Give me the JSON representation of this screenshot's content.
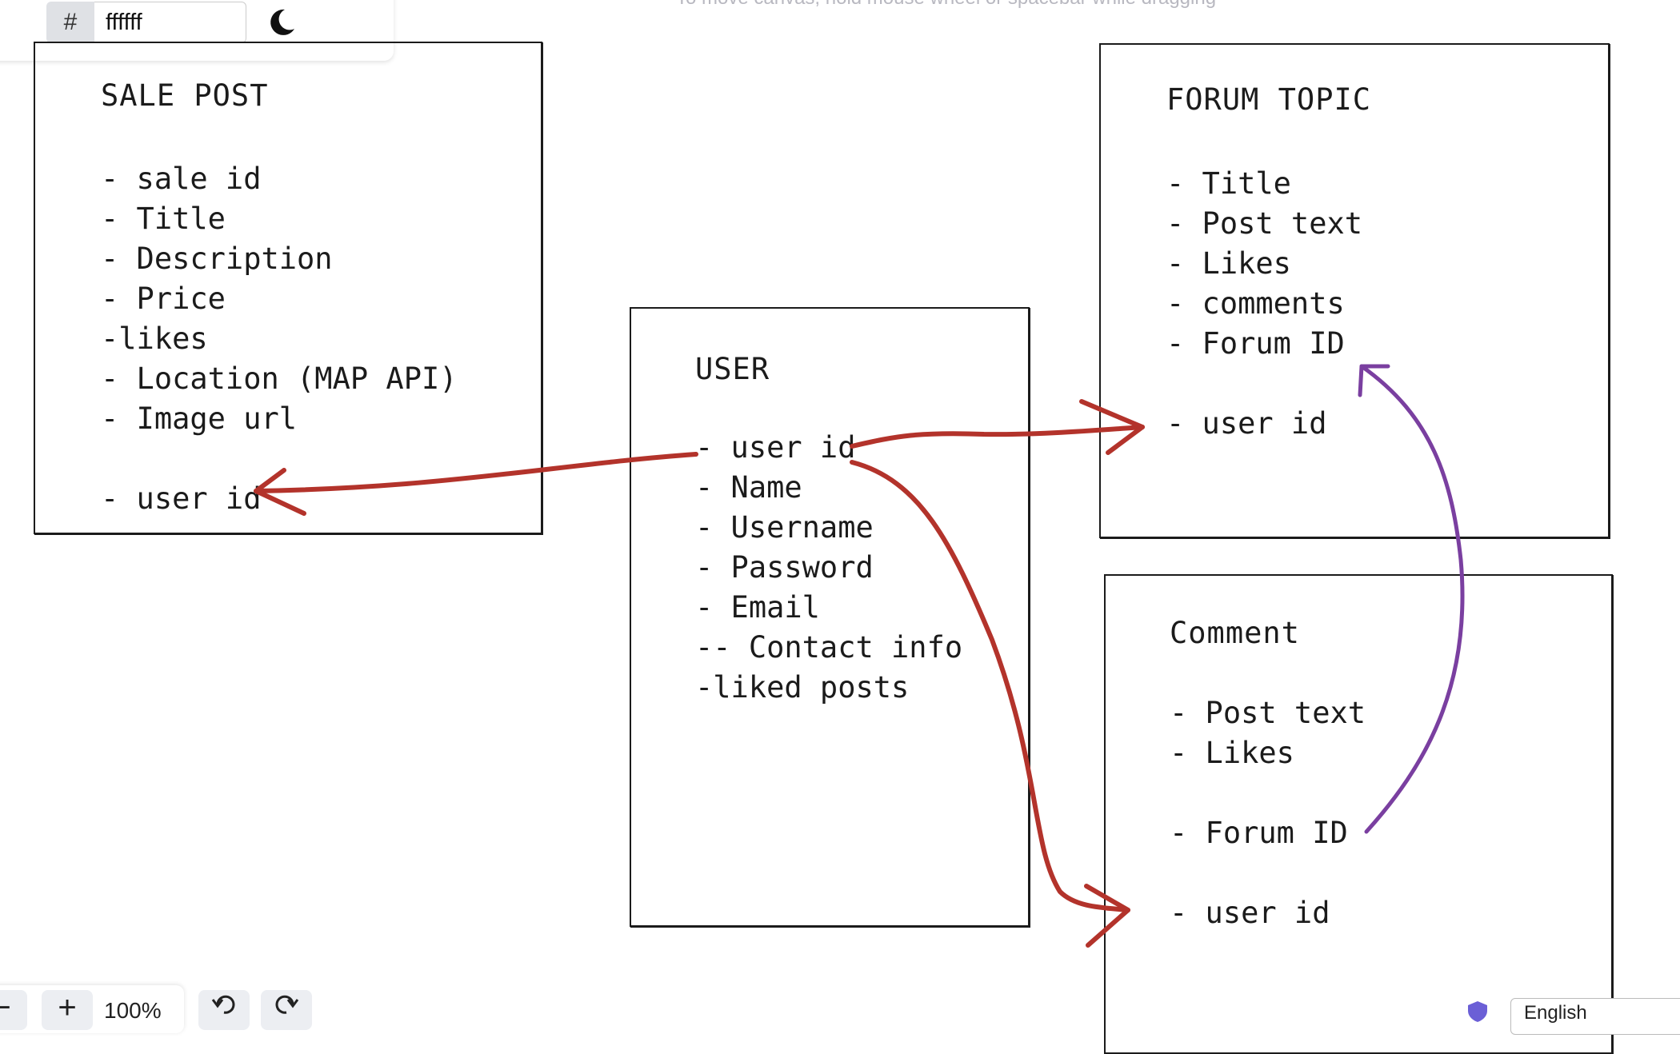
{
  "canvas_hint": "To move canvas, hold mouse wheel or spacebar while dragging",
  "top_toolbar": {
    "hash_label": "#",
    "background_hex": "ffffff",
    "theme_toggle_icon": "moon-icon"
  },
  "cards": {
    "sale_post": {
      "title": "SALE POST",
      "fields": [
        "- sale id",
        "- Title",
        "- Description",
        "- Price",
        "-likes",
        "- Location (MAP API)",
        "- Image url",
        "- user id"
      ]
    },
    "user": {
      "title": "USER",
      "fields": [
        "- user id",
        "- Name",
        "- Username",
        "- Password",
        "- Email",
        "-- Contact info",
        "-liked posts"
      ]
    },
    "forum_topic": {
      "title": "FORUM TOPIC",
      "fields": [
        "- Title",
        "- Post text",
        "- Likes",
        "- comments",
        "- Forum ID",
        "- user id"
      ]
    },
    "comment": {
      "title": "Comment",
      "fields": [
        "- Post text",
        "- Likes",
        "- Forum ID",
        "- user id"
      ]
    }
  },
  "colors": {
    "ink": "#1b1b1b",
    "red_arrow": "#b3332b",
    "purple_arrow": "#7a3fa0"
  },
  "bottom_toolbar": {
    "zoom_out_label": "−",
    "zoom_in_label": "+",
    "zoom_level": "100%",
    "undo_icon": "undo-icon",
    "redo_icon": "redo-icon",
    "language": "English"
  }
}
